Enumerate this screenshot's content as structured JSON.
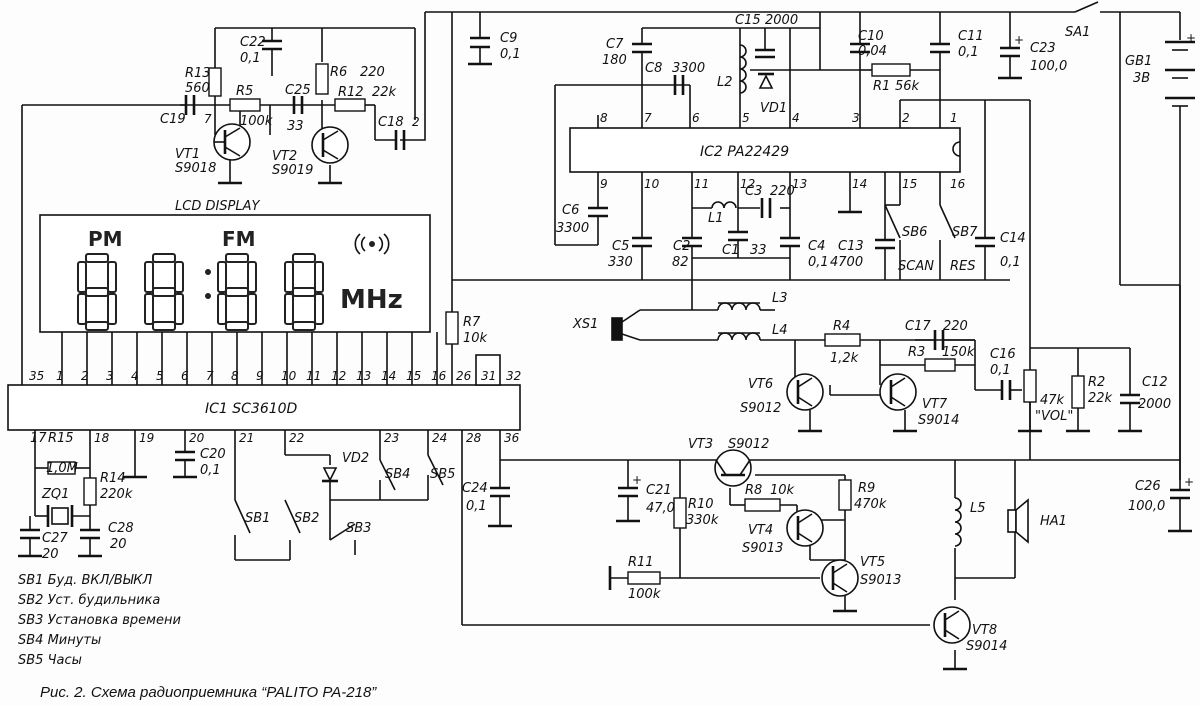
{
  "lcd": {
    "title": "LCD DISPLAY",
    "pm": "PM",
    "fm": "FM",
    "unit": "MHz"
  },
  "ic1": {
    "name": "IC1 SC3610D",
    "top_pins": [
      "35",
      "1",
      "2",
      "3",
      "4",
      "5",
      "6",
      "7",
      "8",
      "9",
      "10",
      "11",
      "12",
      "13",
      "14",
      "15",
      "16",
      "26",
      "31",
      "32"
    ],
    "bottom_pins": [
      "17",
      "18",
      "19",
      "20",
      "21",
      "22",
      "23",
      "24",
      "28",
      "36"
    ]
  },
  "ic2": {
    "name": "IC2 PA22429",
    "top_pins": [
      "8",
      "7",
      "6",
      "5",
      "4",
      "3",
      "2",
      "1"
    ],
    "bottom_pins": [
      "9",
      "10",
      "11",
      "12",
      "13",
      "14",
      "15",
      "16"
    ]
  },
  "components": {
    "C22": [
      "C22",
      "0,1"
    ],
    "R13": [
      "R13",
      "560"
    ],
    "R6": [
      "R6",
      "220"
    ],
    "C19": [
      "C19"
    ],
    "R5": [
      "R5",
      "100k"
    ],
    "C25": [
      "C25",
      "33"
    ],
    "R12": [
      "R12",
      "22k"
    ],
    "C18": [
      "C18"
    ],
    "VT1": [
      "VT1",
      "S9018"
    ],
    "VT2": [
      "VT2",
      "S9019"
    ],
    "C9": [
      "C9",
      "0,1"
    ],
    "C7": [
      "C7",
      "180"
    ],
    "C8": [
      "C8",
      "3300"
    ],
    "C15": [
      "C15",
      "2000"
    ],
    "L2": [
      "L2"
    ],
    "VD1": [
      "VD1"
    ],
    "C10": [
      "C10",
      "0,04"
    ],
    "R1": [
      "R1",
      "56k"
    ],
    "C11": [
      "C11",
      "0,1"
    ],
    "C23": [
      "C23",
      "100,0"
    ],
    "SA1": [
      "SA1"
    ],
    "GB1": [
      "GB1",
      "3B"
    ],
    "C6": [
      "C6",
      "3300"
    ],
    "C5": [
      "C5",
      "330"
    ],
    "C2": [
      "C2",
      "82"
    ],
    "L1": [
      "L1"
    ],
    "C3": [
      "C3",
      "220"
    ],
    "C1": [
      "C1",
      "33"
    ],
    "C4": [
      "C4",
      "0,1"
    ],
    "C13": [
      "C13",
      "4700"
    ],
    "SB6": [
      "SB6",
      "SCAN"
    ],
    "SB7": [
      "SB7",
      "RES"
    ],
    "C14": [
      "C14",
      "0,1"
    ],
    "R7": [
      "R7",
      "10k"
    ],
    "L3": [
      "L3"
    ],
    "XS1": [
      "XS1"
    ],
    "L4": [
      "L4"
    ],
    "R4": [
      "R4",
      "1,2k"
    ],
    "C17": [
      "C17",
      "220"
    ],
    "R3": [
      "R3",
      "150k"
    ],
    "C16": [
      "C16",
      "0,1"
    ],
    "VOL": [
      "47k",
      "\"VOL\""
    ],
    "R2": [
      "R2",
      "22k"
    ],
    "C12": [
      "C12",
      "2000"
    ],
    "VT6": [
      "VT6",
      "S9012"
    ],
    "VT7": [
      "VT7",
      "S9014"
    ],
    "R15": [
      "R15",
      "1,0M"
    ],
    "R14": [
      "R14",
      "220k"
    ],
    "ZQ1": [
      "ZQ1"
    ],
    "C27": [
      "C27",
      "20"
    ],
    "C28": [
      "C28",
      "20"
    ],
    "C20": [
      "C20",
      "0,1"
    ],
    "VD2": [
      "VD2"
    ],
    "SB1": [
      "SB1"
    ],
    "SB2": [
      "SB2"
    ],
    "SB3": [
      "SB3"
    ],
    "SB4": [
      "SB4"
    ],
    "SB5": [
      "SB5"
    ],
    "C24": [
      "C24",
      "0,1"
    ],
    "VT3": [
      "VT3",
      "S9012"
    ],
    "C21": [
      "C21",
      "47,0"
    ],
    "R10": [
      "R10",
      "330k"
    ],
    "R8": [
      "R8",
      "10k"
    ],
    "R9": [
      "R9",
      "470k"
    ],
    "VT4": [
      "VT4",
      "S9013"
    ],
    "VT5": [
      "VT5",
      "S9013"
    ],
    "R11": [
      "R11",
      "100k"
    ],
    "L5": [
      "L5"
    ],
    "HA1": [
      "HA1"
    ],
    "VT8": [
      "VT8",
      "S9014"
    ],
    "C26": [
      "C26",
      "100,0"
    ]
  },
  "pin_labels": {
    "p7": "7",
    "p2": "2"
  },
  "legend": [
    "SB1 Буд. ВКЛ/ВЫКЛ",
    "SB2 Уст. будильника",
    "SB3 Установка времени",
    "SB4 Минуты",
    "SB5 Часы"
  ],
  "caption": "Рис. 2. Схема радиоприемника “PALITO PA-218”"
}
